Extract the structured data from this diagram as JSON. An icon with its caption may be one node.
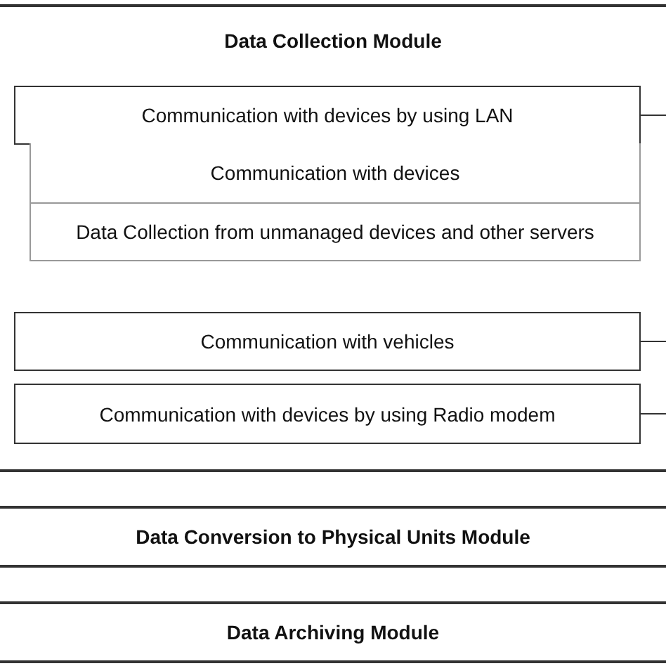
{
  "diagram": {
    "nodes": [
      {
        "text": [
          "Data Collection Module"
        ]
      },
      {
        "text": [
          "Communication with devices by using LAN"
        ],
        "in": 0
      },
      {
        "text": [
          "Communication with devices"
        ],
        "in": 0
      },
      {
        "text": [
          "Data Collection from unmanaged devices and other servers"
        ],
        "in": 0
      },
      {
        "text": [
          "Communication with vehicles"
        ],
        "in": 0
      },
      {
        "text": [
          "Communication with devices by using Radio modem"
        ],
        "in": 0
      },
      {
        "text": [
          "Data Conversion to Physical Units Module"
        ]
      },
      {
        "text": [
          "Data Archiving Module"
        ]
      }
    ],
    "edges": [
      {
        "from": 1,
        "to": null,
        "arrow": "none"
      },
      {
        "from": 4,
        "to": null,
        "arrow": "none"
      },
      {
        "from": 5,
        "to": null,
        "arrow": "none"
      }
    ]
  }
}
